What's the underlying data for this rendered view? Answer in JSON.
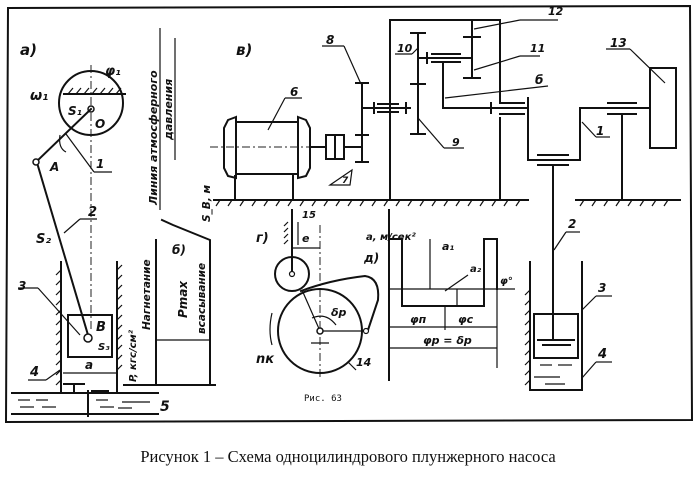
{
  "caption": "Рисунок 1 – Схема одноцилиндрового плунжерного насоса",
  "figure_number_label": "Рис. 63",
  "panels": {
    "a": {
      "label": "а)",
      "omega": "ω₁",
      "phi": "φ₁",
      "s1": "S₁",
      "center": "O",
      "point_a": "A",
      "point_b": "B",
      "s2": "S₂",
      "s3": "S₃",
      "dim_a": "a",
      "parts": [
        "1",
        "2",
        "3",
        "4",
        "5"
      ]
    },
    "b": {
      "label": "б)",
      "atm_line_1": "Линия атмосферного",
      "atm_line_2": "давления",
      "discharge": "Нагнетание",
      "suction": "всасывание",
      "pressure_axis": "P, кгс/см²",
      "pmax": "Pmax",
      "sb": "S_B, м"
    },
    "v": {
      "label": "в)",
      "parts": [
        "6",
        "7",
        "8",
        "9",
        "10",
        "11",
        "12",
        "13",
        "1",
        "2",
        "3",
        "4"
      ],
      "part_b_label": "б"
    },
    "g": {
      "label": "г)",
      "spring": "15",
      "eccentricity": "e",
      "delta": "δр",
      "cam_speed": "nк",
      "cam": "14"
    },
    "d": {
      "label": "д)",
      "axis_y": "a, м/сек²",
      "axis_x": "φ°",
      "a1": "a₁",
      "a2": "a₂",
      "phi_p": "φп",
      "phi_c": "φс",
      "phi_total": "φр = δр"
    }
  }
}
